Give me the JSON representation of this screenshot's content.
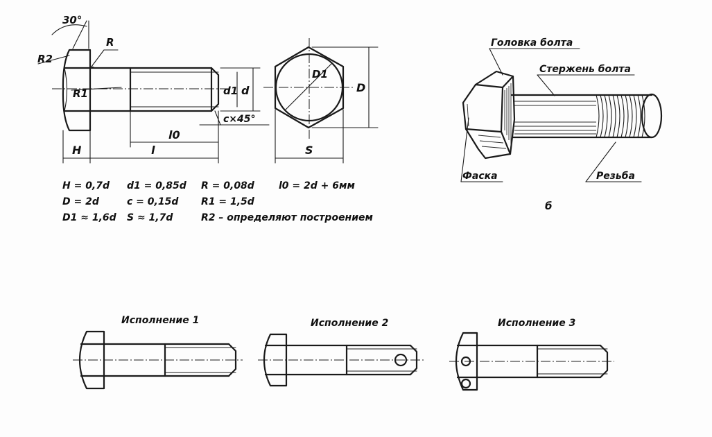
{
  "labels": {
    "angle": "30°",
    "r": "R",
    "r1": "R1",
    "r2": "R2",
    "d1": "d1",
    "d": "d",
    "D": "D",
    "D1": "D1",
    "chamfer": "c×45°",
    "l0": "l0",
    "l": "l",
    "H": "H",
    "S": "S"
  },
  "formulas": [
    "H = 0,7d",
    "d1 = 0,85d",
    "R = 0,08d",
    "l0 = 2d + 6мм",
    "D = 2d",
    "c = 0,15d",
    "R1 = 1,5d",
    "D1 ≈ 1,6d",
    "S ≈ 1,7d",
    "R2 – определяют построением"
  ],
  "isometric": {
    "head": "Головка болта",
    "shank": "Стержень болта",
    "chamfer": "Фаска",
    "thread": "Резьба",
    "caption": "б"
  },
  "variants": [
    "Исполнение 1",
    "Исполнение 2",
    "Исполнение 3"
  ]
}
